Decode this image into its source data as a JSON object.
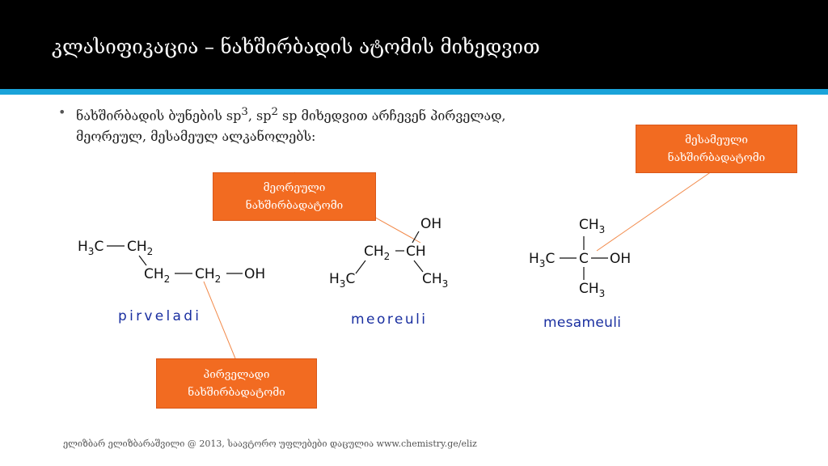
{
  "header": {
    "title": "კლასიფიკაცია – ნახშირბადის ატომის მიხედვით"
  },
  "bullet": {
    "text_part1": "ნახშირბადის ბუნების sp",
    "sup1": "3",
    "text_part2": ", sp",
    "sup2": "2",
    "text_part3": " sp მიხედვით არჩევენ პირველად, მეორეულ, მესამეულ ალკანოლებს:"
  },
  "callouts": {
    "secondary_line1": "მეორეული",
    "secondary_line2": "ნახშირბადატომი",
    "tertiary_line1": "მესამეული",
    "tertiary_line2": "ნახშირბადატომი",
    "primary_line1": "პირველადი",
    "primary_line2": "ნახშირბადატომი"
  },
  "molecules": {
    "primary": {
      "h3c": "H",
      "h3c_sub": "3",
      "h3c_c": "C",
      "ch2a": "CH",
      "ch2a_sub": "2",
      "ch2b": "CH",
      "ch2b_sub": "2",
      "ch2c": "CH",
      "ch2c_sub": "2",
      "oh": "OH",
      "label": "pirveladi"
    },
    "secondary": {
      "oh": "OH",
      "ch2": "CH",
      "ch2_sub": "2",
      "ch": "CH",
      "h3c": "H",
      "h3c_sub": "3",
      "h3c_c": "C",
      "ch3": "CH",
      "ch3_sub": "3",
      "label": "meoreuli"
    },
    "tertiary": {
      "ch3_top": "CH",
      "ch3_top_sub": "3",
      "h3c": "H",
      "h3c_sub": "3",
      "h3c_c": "C",
      "c": "C",
      "oh": "OH",
      "ch3_bottom": "CH",
      "ch3_bottom_sub": "3",
      "label": "mesameuli"
    }
  },
  "footer": {
    "text": "ელიზბარ ელიზბარაშვილი @ 2013, საავტორო უფლებები დაცულია www.chemistry.ge/eliz"
  },
  "colors": {
    "header_bg": "#000000",
    "stripe": "#1aa3d9",
    "callout_bg": "#f26b21",
    "callout_line": "#f28a4a",
    "label_blue": "#1a2fa0"
  }
}
